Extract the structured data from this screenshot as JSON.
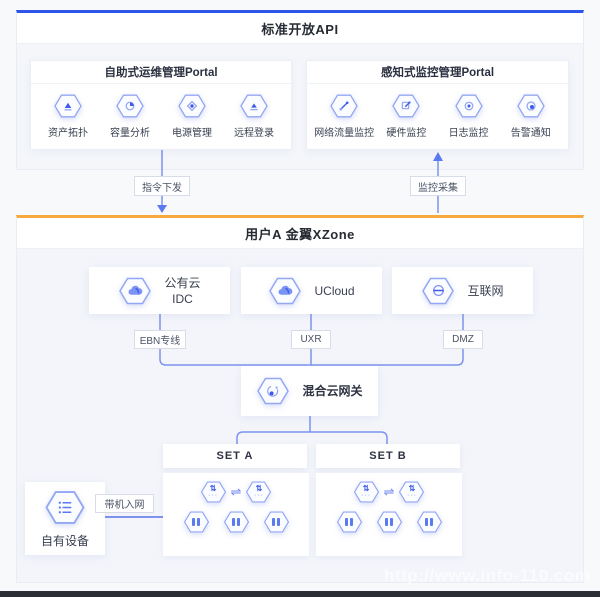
{
  "page": {
    "accent_blue": "#2f54e8",
    "accent_orange": "#f5a93f",
    "line_color": "#7d93ee",
    "watermark": "http://www.info-110.com"
  },
  "api_section": {
    "title": "标准开放API"
  },
  "portals": {
    "left": {
      "title": "自助式运维管理Portal",
      "items": [
        {
          "label": "资产拓扑",
          "icon": "asset-topology-icon"
        },
        {
          "label": "容量分析",
          "icon": "capacity-analysis-icon"
        },
        {
          "label": "电源管理",
          "icon": "power-management-icon"
        },
        {
          "label": "远程登录",
          "icon": "remote-login-icon"
        }
      ]
    },
    "right": {
      "title": "感知式监控管理Portal",
      "items": [
        {
          "label": "网络流量监控",
          "icon": "network-traffic-icon"
        },
        {
          "label": "硬件监控",
          "icon": "hardware-monitor-icon"
        },
        {
          "label": "日志监控",
          "icon": "log-monitor-icon"
        },
        {
          "label": "告警通知",
          "icon": "alert-notify-icon"
        }
      ]
    }
  },
  "connectors": {
    "command_dispatch": "指令下发",
    "monitor_collect": "监控采集",
    "ebn": "EBN专线",
    "uxr": "UXR",
    "dmz": "DMZ",
    "device_onboard": "带机入网"
  },
  "zone_section": {
    "title": "用户A 金翼XZone",
    "networks": [
      {
        "line1": "公有云",
        "line2": "IDC",
        "icon": "cloud-icon"
      },
      {
        "line1": "UCloud",
        "line2": "",
        "icon": "cloud-icon"
      },
      {
        "line1": "互联网",
        "line2": "",
        "icon": "globe-icon"
      }
    ],
    "gateway": {
      "label": "混合云网关",
      "icon": "hybrid-gateway-icon"
    },
    "sets": [
      {
        "title": "SET A"
      },
      {
        "title": "SET B"
      }
    ],
    "own_device": {
      "label": "自有设备",
      "icon": "device-list-icon"
    }
  }
}
